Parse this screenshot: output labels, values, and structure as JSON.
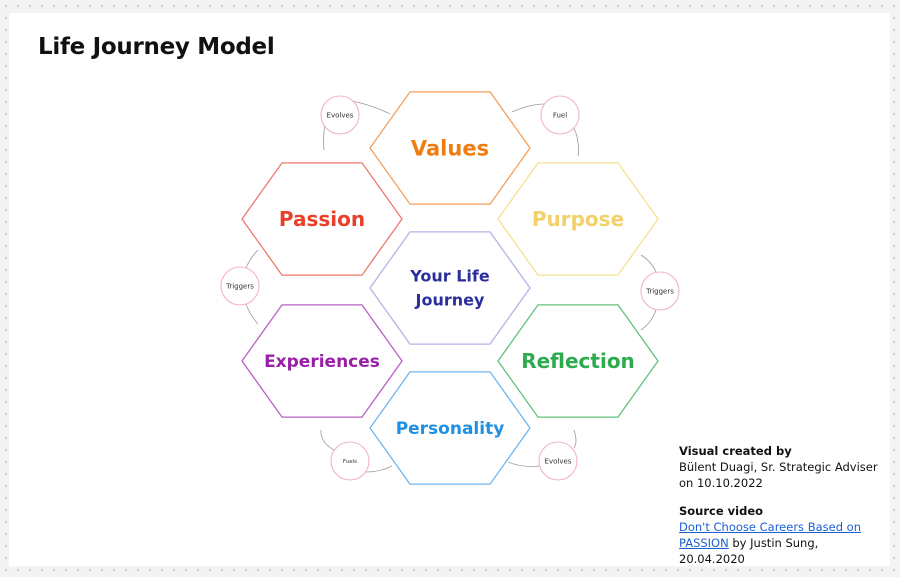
{
  "title": "Life Journey Model",
  "hexagons": [
    {
      "key": "center",
      "label_lines": [
        "Your Life",
        "Journey"
      ],
      "color": "#2b2f9e",
      "stroke": "#b6b3e6"
    },
    {
      "key": "values",
      "label_lines": [
        "Values"
      ],
      "color": "#f07d0f",
      "stroke": "#f5a05a"
    },
    {
      "key": "purpose",
      "label_lines": [
        "Purpose"
      ],
      "color": "#f2d16b",
      "stroke": "#f6e08f"
    },
    {
      "key": "reflection",
      "label_lines": [
        "Reflection"
      ],
      "color": "#2eaa4f",
      "stroke": "#62c27a"
    },
    {
      "key": "personality",
      "label_lines": [
        "Personality"
      ],
      "color": "#1e90e6",
      "stroke": "#6fb6ee"
    },
    {
      "key": "experiences",
      "label_lines": [
        "Experiences"
      ],
      "color": "#9a1fa8",
      "stroke": "#b760c1"
    },
    {
      "key": "passion",
      "label_lines": [
        "Passion"
      ],
      "color": "#e8402b",
      "stroke": "#ee7a6b"
    }
  ],
  "connectors": [
    {
      "key": "evolves-top",
      "label": "Evolves"
    },
    {
      "key": "fuel-top",
      "label": "Fuel"
    },
    {
      "key": "triggers-right",
      "label": "Triggers"
    },
    {
      "key": "evolves-bottom",
      "label": "Evolves"
    },
    {
      "key": "fuels-bottom",
      "label": "Fuels"
    },
    {
      "key": "triggers-left",
      "label": "Triggers"
    }
  ],
  "connector_stroke": "#f2b6c3",
  "credits": {
    "created_heading": "Visual created by",
    "created_line1": "Bülent Duagi, Sr. Strategic Adviser",
    "created_line2": "on 10.10.2022",
    "source_heading": "Source video",
    "source_link": "Don't Choose Careers Based on PASSION",
    "source_suffix": " by Justin Sung, 20.04.2020"
  }
}
